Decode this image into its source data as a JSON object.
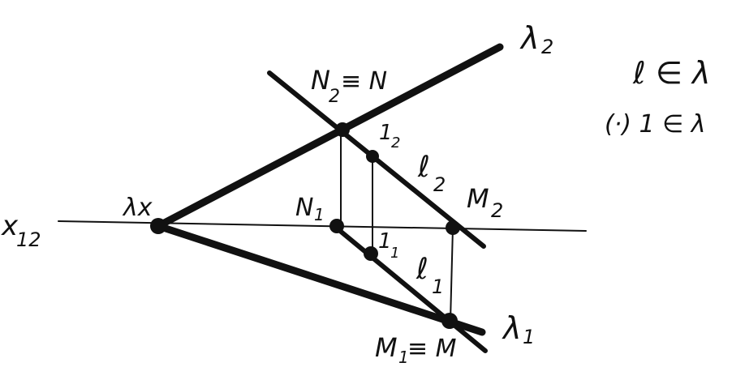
{
  "labels": {
    "lambda2": "λ",
    "lambda2_sub": "2",
    "lambda1": "λ",
    "lambda1_sub": "1",
    "lambda_x": "λx",
    "x12": "x",
    "x12_sub": "12",
    "n2": "N",
    "n2_sub": "2",
    "n2_eq": "≡ N",
    "n1": "N",
    "n1_sub": "1",
    "one2": "1",
    "one2_sub": "2",
    "one1": "1",
    "one1_sub": "1",
    "l2": "ℓ",
    "l2_sub": "2",
    "l1": "ℓ",
    "l1_sub": "1",
    "m2": "M",
    "m2_sub": "2",
    "m1": "M",
    "m1_sub": "1",
    "m1_eq": "≡ M"
  },
  "notes": {
    "line1": "ℓ ∈ λ",
    "line2": "(·) 1 ∈ λ"
  },
  "colors": {
    "ink": "#111111",
    "paper": "#ffffff"
  }
}
